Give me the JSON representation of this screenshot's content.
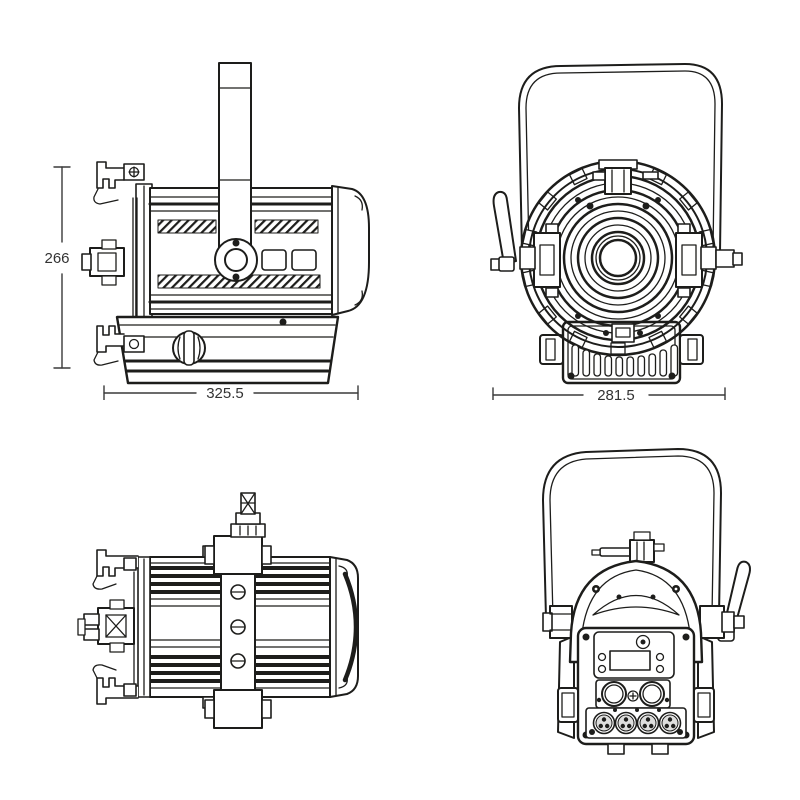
{
  "colors": {
    "background": "#ffffff",
    "line": "#1d1d1b",
    "dimension_text": "#333333"
  },
  "dimensions": {
    "side_view_height": "266",
    "side_view_width": "325.5",
    "front_view_width": "281.5"
  }
}
